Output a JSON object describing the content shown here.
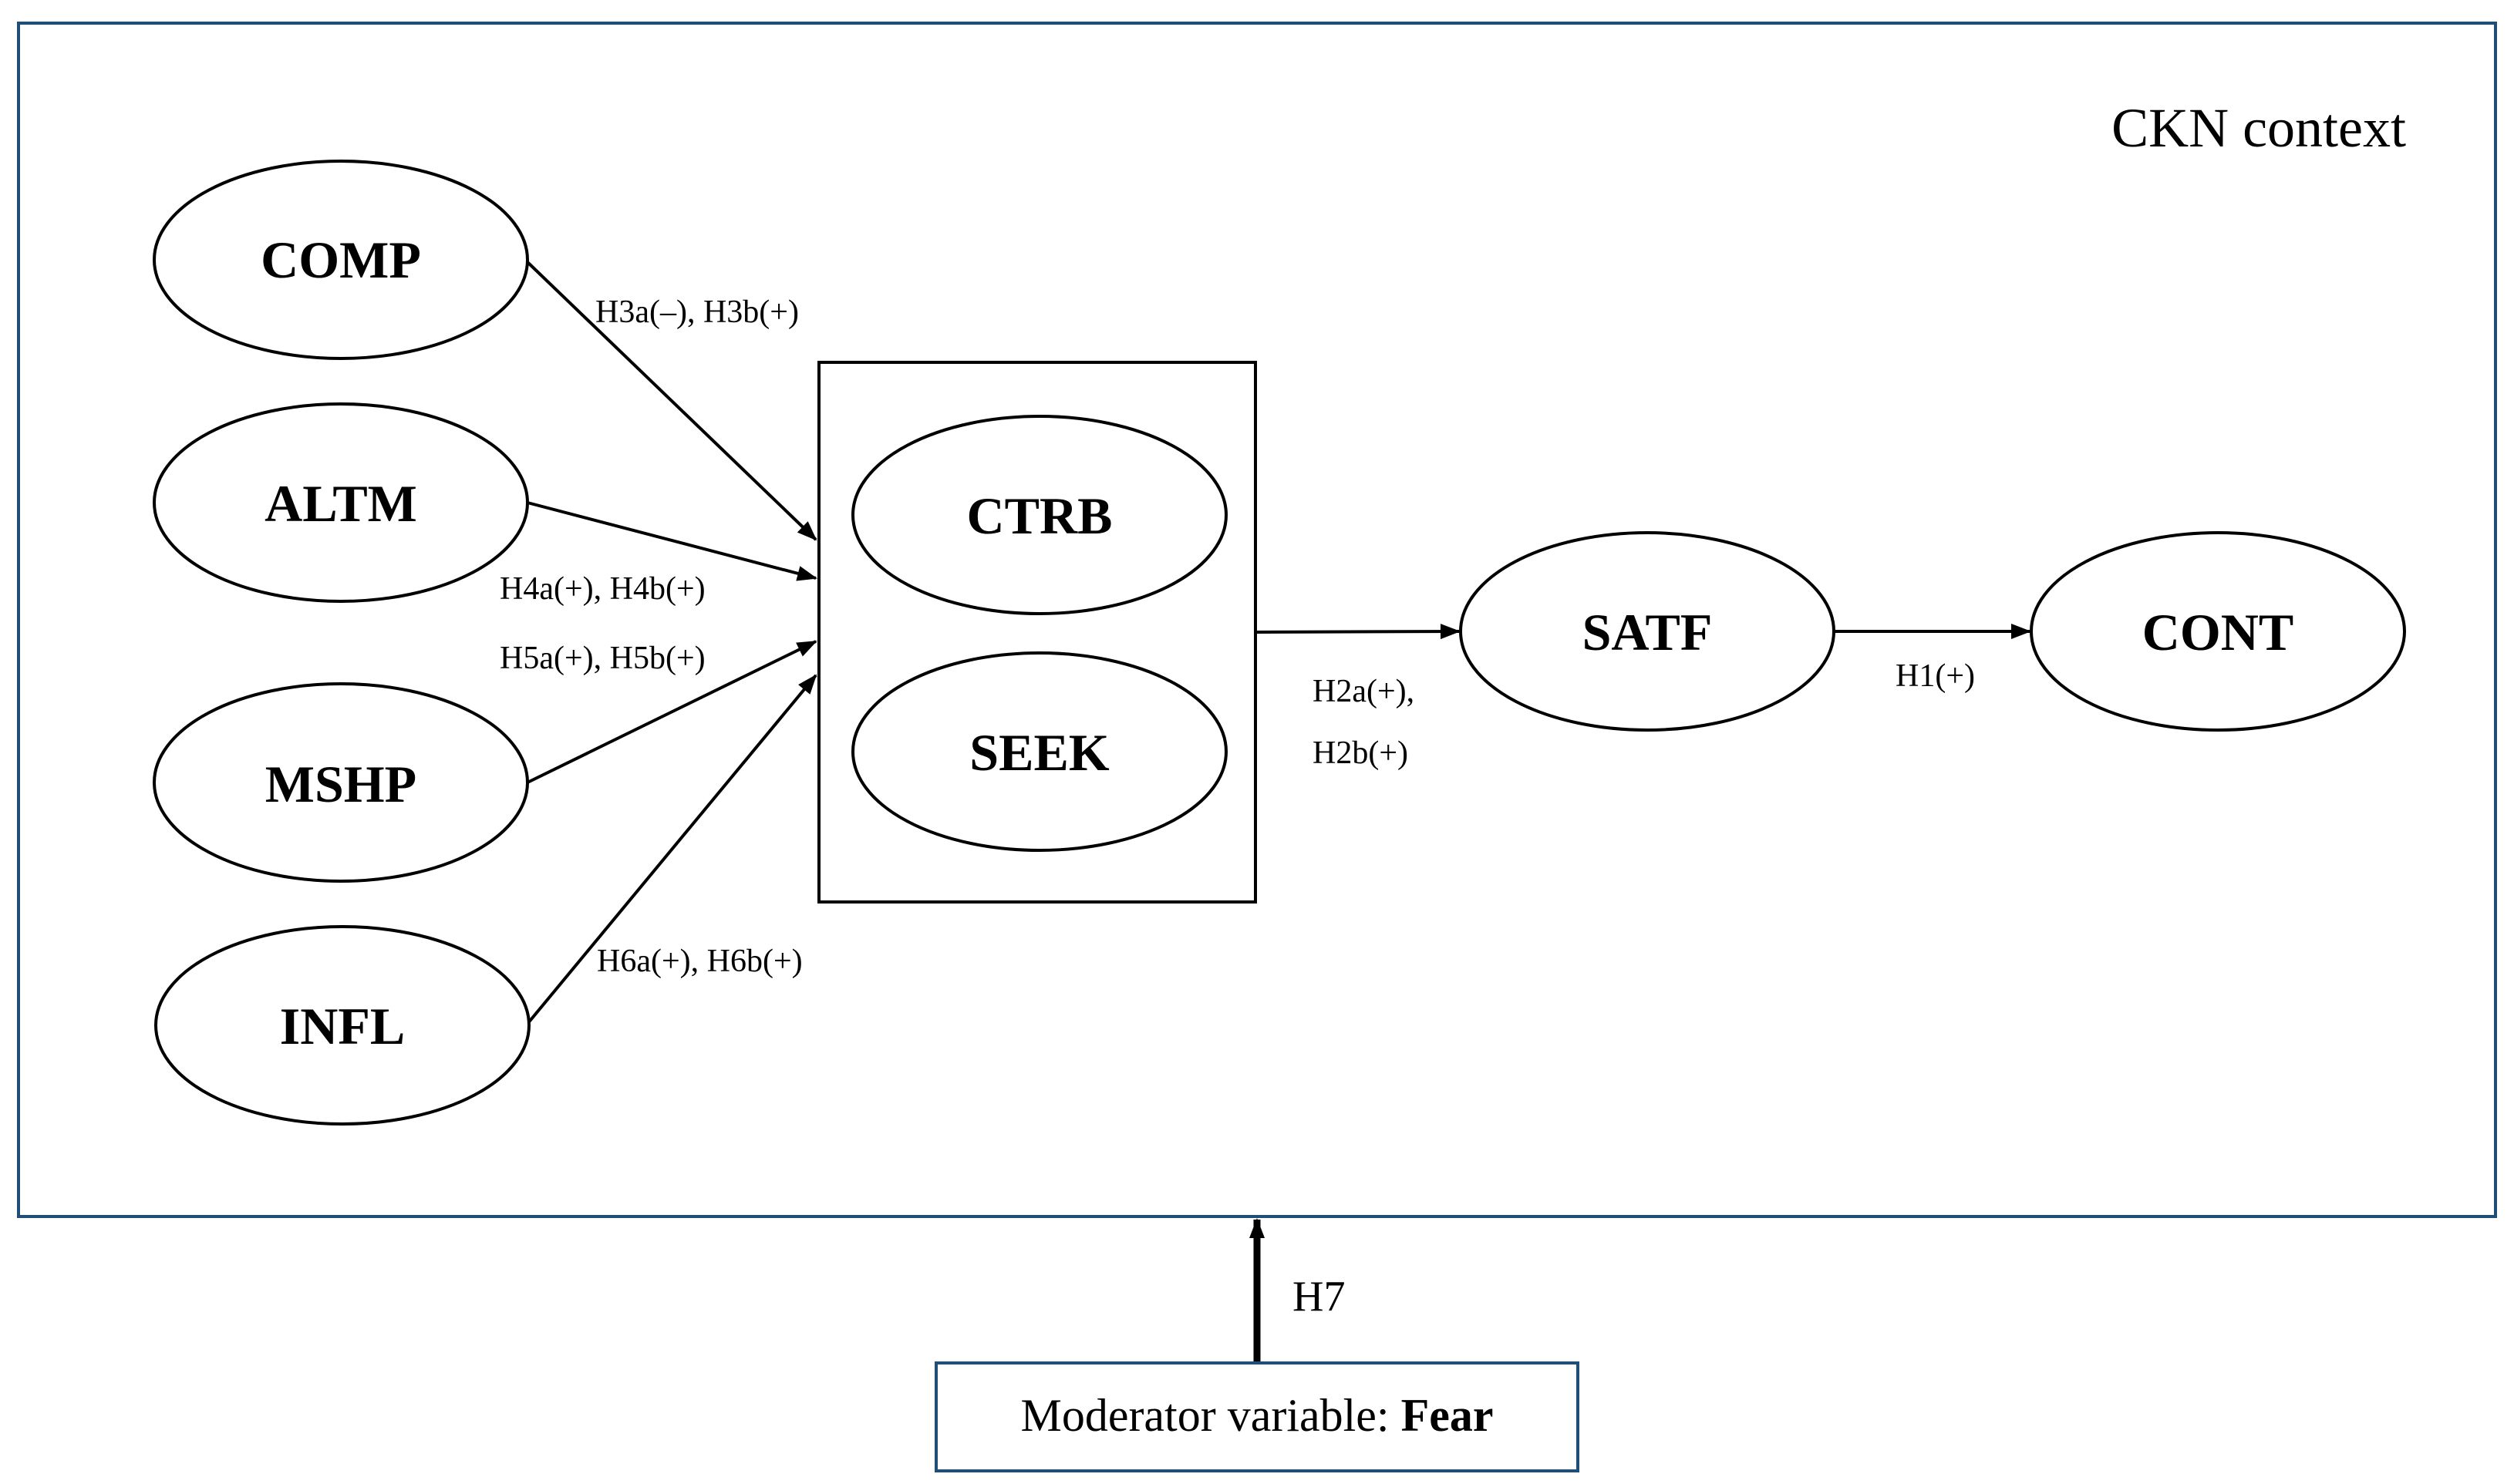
{
  "context": {
    "label": "CKN context",
    "frame_color": "#1f4e79"
  },
  "constructs": {
    "comp": "COMP",
    "altm": "ALTM",
    "mshp": "MSHP",
    "infl": "INFL",
    "ctrb": "CTRB",
    "seek": "SEEK",
    "satf": "SATF",
    "cont": "CONT"
  },
  "hypotheses": {
    "h3": "H3a(–), H3b(+)",
    "h4": "H4a(+), H4b(+)",
    "h5": "H5a(+), H5b(+)",
    "h6": "H6a(+), H6b(+)",
    "h2_line1": "H2a(+),",
    "h2_line2": "H2b(+)",
    "h1": "H1(+)",
    "h7": "H7"
  },
  "moderator": {
    "prefix": "Moderator variable: ",
    "name": "Fear",
    "border_color": "#1f4e79"
  }
}
